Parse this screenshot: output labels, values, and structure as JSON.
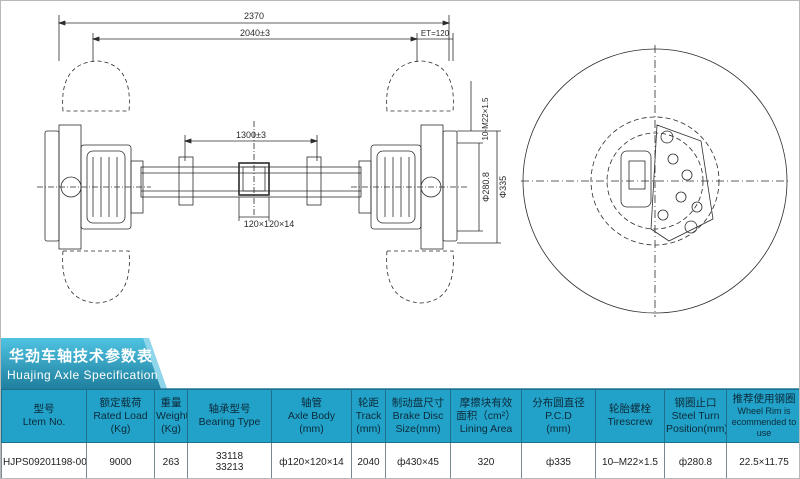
{
  "dimensions": {
    "overall_width": "2370",
    "spring_center": "2040±3",
    "et": "ET=120",
    "bolt": "10-M22×1.5",
    "bearing_span": "1300±3",
    "body_section": "120×120×14",
    "pcd": "Φ335",
    "turn_position": "Φ280.8"
  },
  "banner": {
    "title": "华劲车轴技术参数表",
    "subtitle": "Huajing Axle Specification"
  },
  "table": {
    "headers": [
      [
        "型号",
        "Ltem No."
      ],
      [
        "额定载荷",
        "Rated Load",
        "(Kg)"
      ],
      [
        "重量",
        "Weight",
        "(Kg)"
      ],
      [
        "轴承型号",
        "Bearing Type"
      ],
      [
        "轴管",
        "Axle Body",
        "(mm)"
      ],
      [
        "轮距",
        "Track",
        "(mm)"
      ],
      [
        "制动盘尺寸",
        "Brake Disc",
        "Size(mm)"
      ],
      [
        "摩擦块有效",
        "面积（cm²）",
        "Lining Area"
      ],
      [
        "分布圆直径",
        "P.C.D",
        "(mm)"
      ],
      [
        "轮胎螺栓",
        "Tirescrew"
      ],
      [
        "钢圈止口",
        "Steel Turn",
        "Position(mm)"
      ],
      [
        "推荐使用钢圈",
        "Wheel Rim is",
        "ecommended to use"
      ]
    ],
    "row": {
      "item_no": "HJPS09201198-00",
      "rated_load": "9000",
      "weight": "263",
      "bearing_1": "33118",
      "bearing_2": "33213",
      "axle_body": "ф120×120×14",
      "track": "2040",
      "brake_disc": "ф430×45",
      "lining_area": "320",
      "pcd": "ф335",
      "tirescrew": "10–M22×1.5",
      "steel_turn": "ф280.8",
      "wheel_rim": "22.5×11.75"
    }
  },
  "colors": {
    "banner_dark": "#1f7f9e",
    "banner_light": "#4fc3e2",
    "header_bg": "#22a2c8",
    "line": "#2b2b2b"
  }
}
